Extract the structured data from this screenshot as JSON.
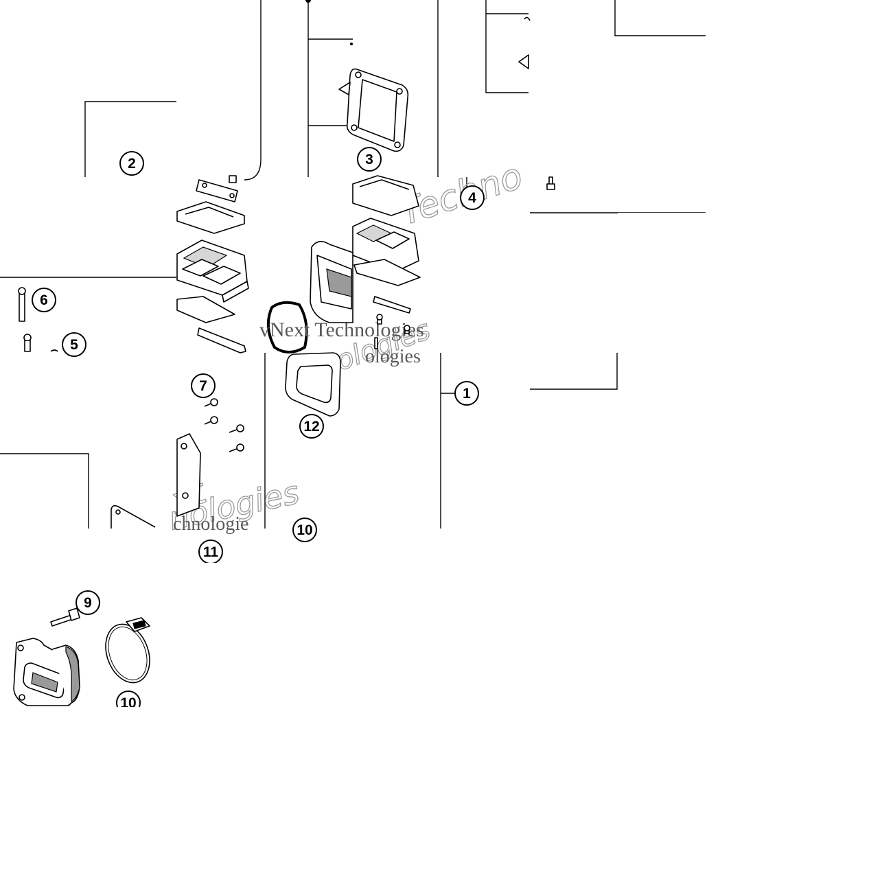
{
  "diagram": {
    "callouts": [
      {
        "id": "1",
        "label": "1"
      },
      {
        "id": "2",
        "label": "2"
      },
      {
        "id": "3",
        "label": "3"
      },
      {
        "id": "4",
        "label": "4"
      },
      {
        "id": "5",
        "label": "5"
      },
      {
        "id": "6",
        "label": "6"
      },
      {
        "id": "7",
        "label": "7"
      },
      {
        "id": "9",
        "label": "9"
      },
      {
        "id": "10a",
        "label": "10"
      },
      {
        "id": "10b",
        "label": "10"
      },
      {
        "id": "11",
        "label": "11"
      },
      {
        "id": "12",
        "label": "12"
      }
    ],
    "watermark": {
      "line1": "vNext Technologies",
      "line2": "vNext Technologies",
      "fragment_a": "Techno",
      "fragment_b": "ologies",
      "fragment_c": "xt",
      "fragment_d": "nologies",
      "fragment_e": "chnologie"
    },
    "colors": {
      "line": "#000000",
      "background": "#ffffff",
      "watermark": "#9a9a9a"
    }
  }
}
